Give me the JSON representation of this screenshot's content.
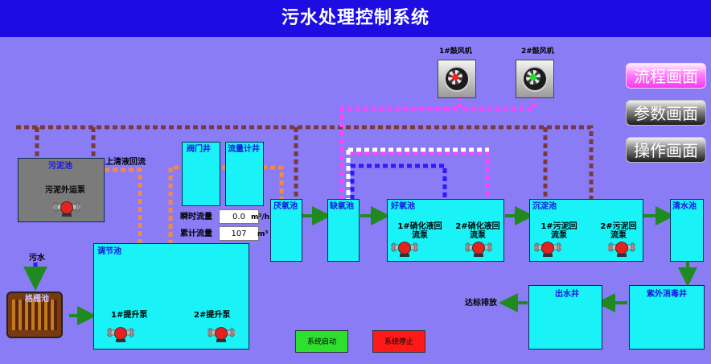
{
  "title": "污水处理控制系统",
  "nav": {
    "flow": "流程画面",
    "params": "参数画面",
    "ops": "操作画面"
  },
  "fans": {
    "fan1": "1#鼓风机",
    "fan2": "2#鼓风机"
  },
  "labels": {
    "sludge_tank": "污泥池",
    "supernatant_return": "上清液回流",
    "sludge_pump": "污泥外运泵",
    "valve_well": "阀门井",
    "flowmeter_well": "流量计井",
    "instant_flow": "瞬时流量",
    "total_flow": "累计流量",
    "flow_unit": "m³/h",
    "total_unit": "m³",
    "sewage": "污水",
    "grille": "格栅池",
    "regulating_tank": "调节池",
    "lift_pump1": "1#提升泵",
    "lift_pump2": "2#提升泵",
    "anaerobic": "厌氧池",
    "anoxic": "缺氧池",
    "aerobic": "好氧池",
    "nitrate_pump1": "1#硝化液回流泵",
    "nitrate_pump2": "2#硝化液回流泵",
    "sedimentation": "沉淀池",
    "sludge_return1": "1#污泥回流泵",
    "sludge_return2": "2#污泥回流泵",
    "clear_water": "清水池",
    "uv_well": "紫外消毒井",
    "outlet_well": "出水井",
    "discharge": "达标排放"
  },
  "values": {
    "instant_flow": "0.0",
    "total_flow": "107"
  },
  "buttons": {
    "start": "系统启动",
    "stop": "系统停止"
  },
  "colors": {
    "background": "#8a7cf5",
    "tank": "#19f2f6",
    "title_bar": "#1d0de2",
    "pipe_air": "#ff44ff",
    "pipe_return": "#2f18ff",
    "pipe_sludge": "#7a3a3a",
    "pipe_water": "#f08a4a",
    "arrow": "#1f8a1f"
  }
}
